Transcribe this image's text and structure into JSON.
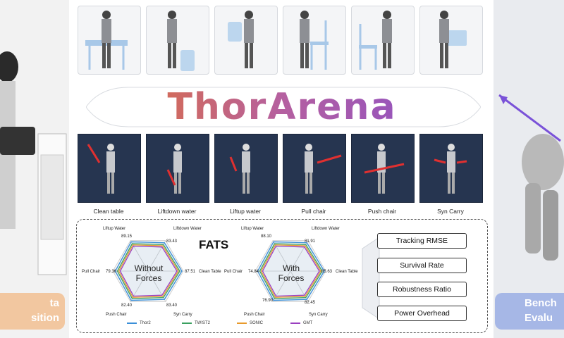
{
  "left_panel": {
    "label_line1": "ta",
    "label_line2": "sition"
  },
  "right_panel": {
    "label_line1": "Bench",
    "label_line2": "Evalu"
  },
  "title": "ThorArena",
  "task_captions": [
    "Clean table",
    "Liftdown water",
    "Liftup water",
    "Pull chair",
    "Push chair",
    "Syn Carry"
  ],
  "fats": {
    "title": "FATS",
    "radar_without": {
      "center_label_line1": "Without",
      "center_label_line2": "Forces",
      "axes": [
        "Liftup Water",
        "Liftdown Water",
        "Clean Table",
        "Syn Carry",
        "Push Chair",
        "Pull Chair"
      ],
      "values": [
        "89.15",
        "83.43",
        "87.51",
        "83.40",
        "82.40",
        "79.36"
      ]
    },
    "radar_with": {
      "center_label_line1": "With",
      "center_label_line2": "Forces",
      "axes": [
        "Liftup Water",
        "Liftdown Water",
        "Clean Table",
        "Syn Carry",
        "Push Chair",
        "Pull Chair"
      ],
      "values": [
        "88.10",
        "81.91",
        "85.63",
        "82.45",
        "76.90",
        "74.84"
      ]
    },
    "legend": [
      {
        "name": "Thor2",
        "color": "#3a8fd8"
      },
      {
        "name": "TWIST2",
        "color": "#3aa060"
      },
      {
        "name": "SONIC",
        "color": "#e89a2c"
      },
      {
        "name": "GMT",
        "color": "#9a3fc0"
      }
    ]
  },
  "metrics": [
    "Tracking RMSE",
    "Survival Rate",
    "Robustness Ratio",
    "Power Overhead"
  ],
  "colors": {
    "title_start": "#e0703a",
    "title_end": "#8a4fc8",
    "left_label_bg": "#f2c7a0",
    "right_label_bg": "#a6b7e6",
    "sim_bg": "#263550"
  }
}
